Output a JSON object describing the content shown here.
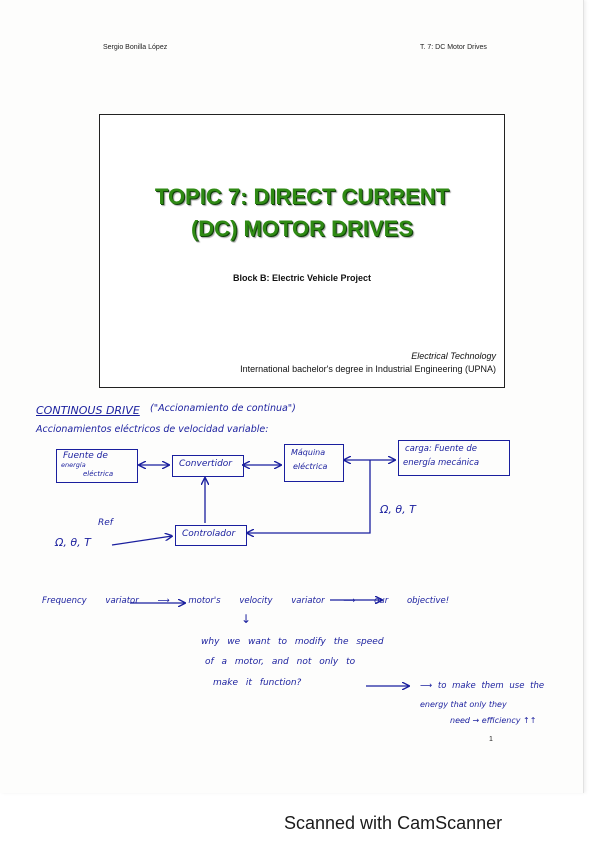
{
  "header": {
    "author": "Sergio Bonilla López",
    "topic": "T. 7: DC Motor Drives"
  },
  "slide": {
    "title_line1": "TOPIC 7: DIRECT CURRENT",
    "title_line2": "(DC) MOTOR DRIVES",
    "subtitle": "Block B: Electric Vehicle Project",
    "course": "Electrical Technology",
    "degree": "International bachelor's degree in Industrial Engineering (UPNA)"
  },
  "notes": {
    "heading": "CONTINOUS DRIVE",
    "heading_translation": "(\"Accionamiento de continua\")",
    "line2": "Accionamientos eléctricos de velocidad variable:",
    "diagram": {
      "source_l1": "Fuente de",
      "source_l2": "energía",
      "source_l3": "eléctrica",
      "converter": "Convertidor",
      "machine_l1": "Máquina",
      "machine_l2": "eléctrica",
      "load_l1": "carga: Fuente de",
      "load_l2": "energía mecánica",
      "controller": "Controlador",
      "feedback": "Ω, θ, T",
      "ref_label": "Ref",
      "ref_vars": "Ω, θ, T"
    },
    "para1_line": "Frequency variator ⟶ motor's velocity variator ⟶ our objective!",
    "arrow_down": "↓",
    "para2_l1": "why we want to modify the speed",
    "para2_l2": "of a motor, and not only to",
    "para2_l3": "make it function?",
    "para2_arrow": "⟶ to make them use the",
    "para3_l1": "energy that only they",
    "para3_l2": "need → efficiency ↑↑"
  },
  "page_number": "1",
  "footer": "Scanned with CamScanner",
  "colors": {
    "ink": "#1a1f9e",
    "title_green": "#2f8a14",
    "title_shadow": "#10430a"
  }
}
